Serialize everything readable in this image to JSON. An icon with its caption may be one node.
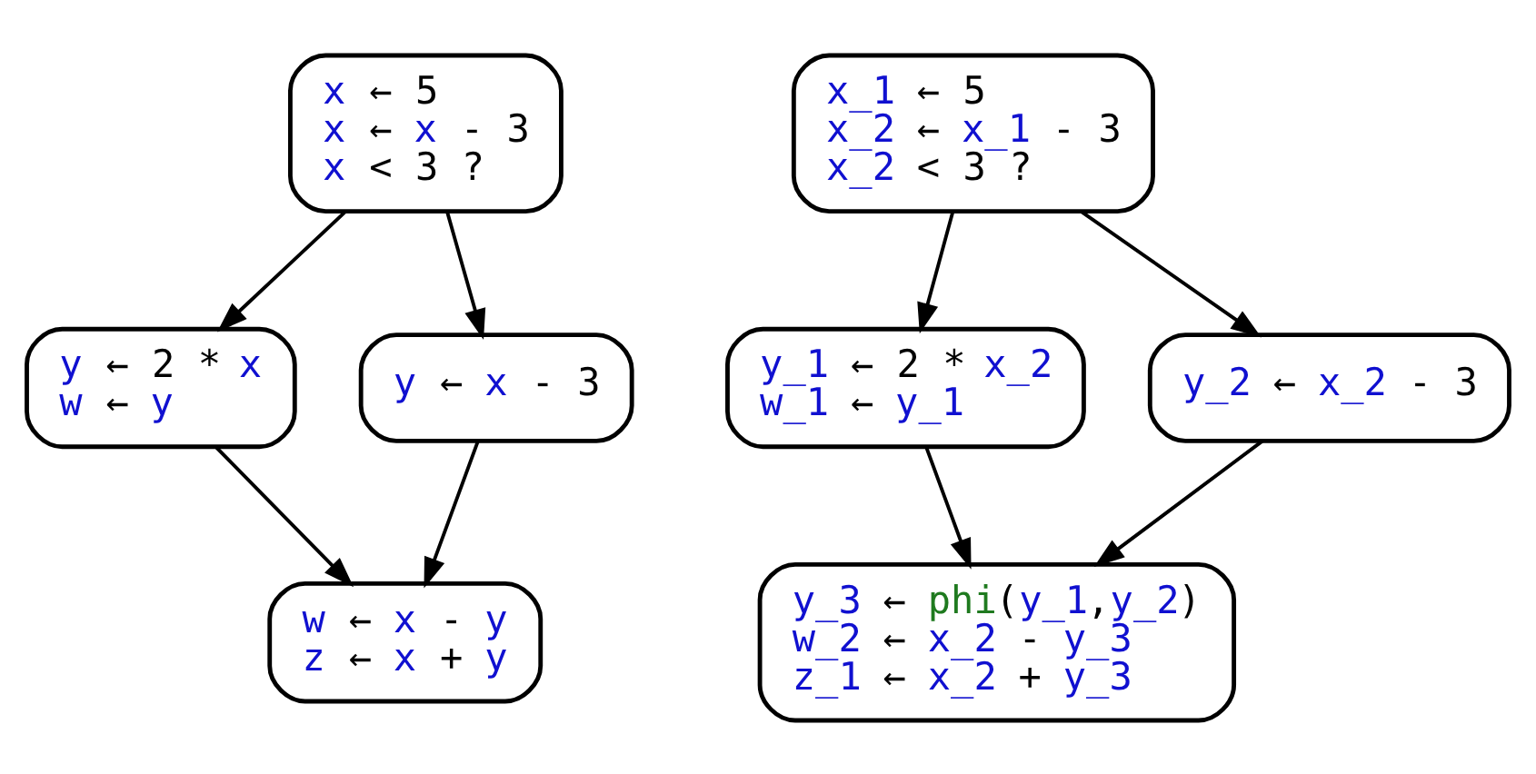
{
  "diagram": {
    "nodes": [
      {
        "text": [
          "x ← 5",
          "x ← x - 3",
          "x < 3 ?"
        ]
      },
      {
        "text": [
          "y ← 2 * x",
          "w ← y"
        ]
      },
      {
        "text": [
          "y ← x - 3"
        ]
      },
      {
        "text": [
          "w ← x - y",
          "z ← x + y"
        ]
      },
      {
        "text": [
          "x_1 ← 5",
          "x_2 ← x_1 - 3",
          "x_2 < 3 ?"
        ]
      },
      {
        "text": [
          "y_1 ← 2 * x_2",
          "w_1 ← y_1"
        ]
      },
      {
        "text": [
          "y_2 ← x_2 - 3"
        ]
      },
      {
        "text": [
          "y_3 ← phi(y_1,y_2)",
          "w_2 ← x_2 - y_3",
          "z_1 ← x_2 + y_3"
        ]
      }
    ],
    "edges": [
      {
        "from": 0,
        "to": 1,
        "arrow": "to"
      },
      {
        "from": 0,
        "to": 2,
        "arrow": "to"
      },
      {
        "from": 1,
        "to": 3,
        "arrow": "to"
      },
      {
        "from": 2,
        "to": 3,
        "arrow": "to"
      },
      {
        "from": 4,
        "to": 5,
        "arrow": "to"
      },
      {
        "from": 4,
        "to": 6,
        "arrow": "to"
      },
      {
        "from": 5,
        "to": 7,
        "arrow": "to"
      },
      {
        "from": 6,
        "to": 7,
        "arrow": "to"
      }
    ]
  }
}
